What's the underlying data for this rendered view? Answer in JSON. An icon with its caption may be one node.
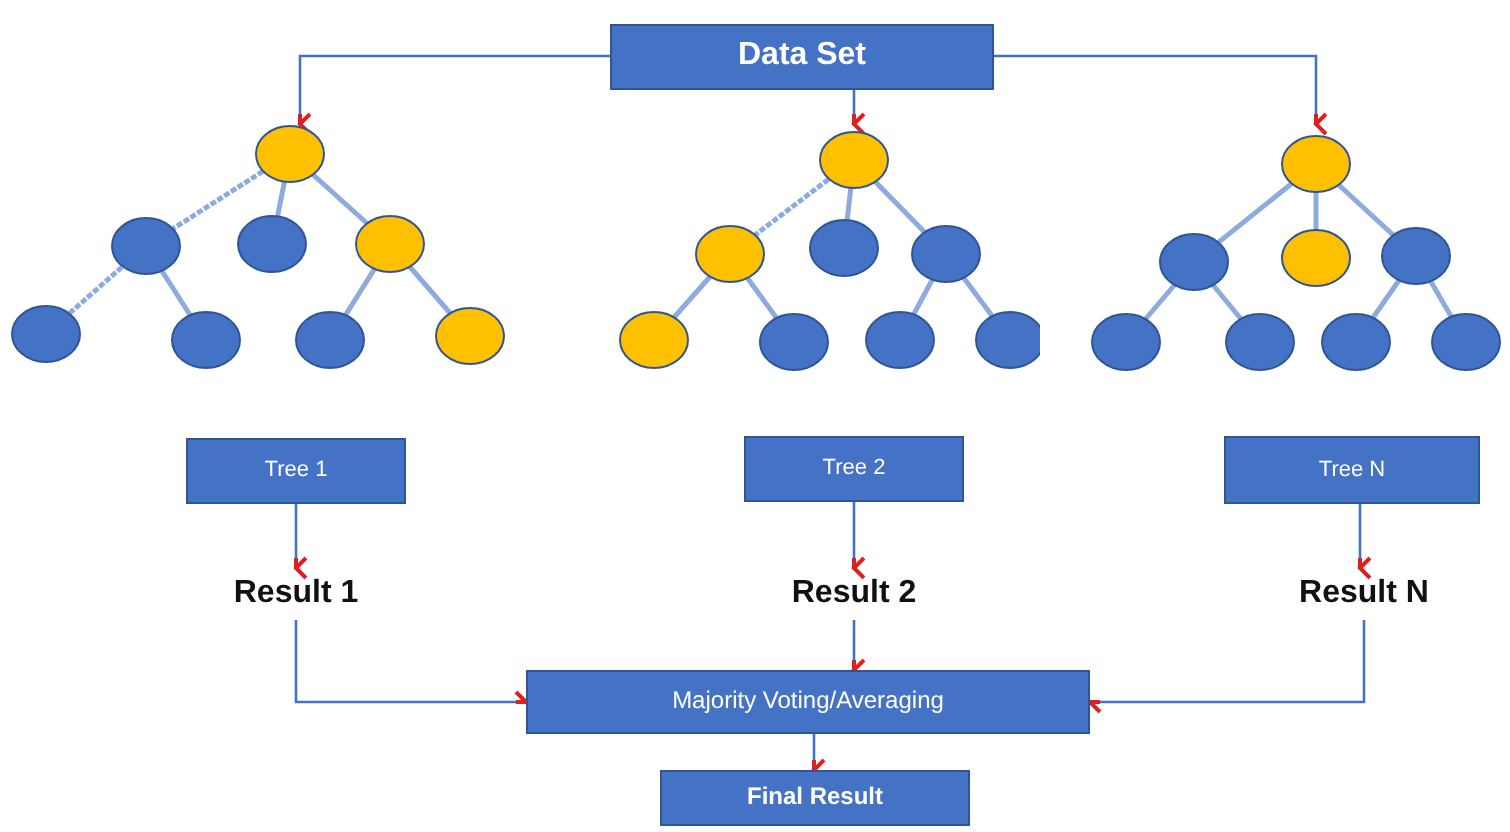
{
  "diagram": {
    "nodes": [
      {
        "text": [
          "Data Set"
        ]
      },
      {
        "text": [],
        "shape": "picture"
      },
      {
        "text": [],
        "shape": "picture"
      },
      {
        "text": [],
        "shape": "picture"
      },
      {
        "text": [
          "Tree 1"
        ]
      },
      {
        "text": [
          "Tree 2"
        ]
      },
      {
        "text": [
          "Tree N"
        ]
      },
      {
        "text": [
          "Result 1"
        ]
      },
      {
        "text": [
          "Result 2"
        ]
      },
      {
        "text": [
          "Result N"
        ]
      },
      {
        "text": [
          "Majority Voting/Averaging"
        ]
      },
      {
        "text": [
          "Final Result"
        ]
      }
    ],
    "edges": [
      {
        "from": 0,
        "to": 1,
        "arrow": "to"
      },
      {
        "from": 0,
        "to": 2,
        "arrow": "to"
      },
      {
        "from": 0,
        "to": 3,
        "arrow": "to"
      },
      {
        "from": 4,
        "to": 7,
        "arrow": "to"
      },
      {
        "from": 5,
        "to": 8,
        "arrow": "to"
      },
      {
        "from": 6,
        "to": 9,
        "arrow": "to"
      },
      {
        "from": 7,
        "to": 10,
        "arrow": "to"
      },
      {
        "from": 8,
        "to": 10,
        "arrow": "to"
      },
      {
        "from": 9,
        "to": 10,
        "arrow": "to"
      },
      {
        "from": 10,
        "to": 11,
        "arrow": "to"
      }
    ]
  }
}
